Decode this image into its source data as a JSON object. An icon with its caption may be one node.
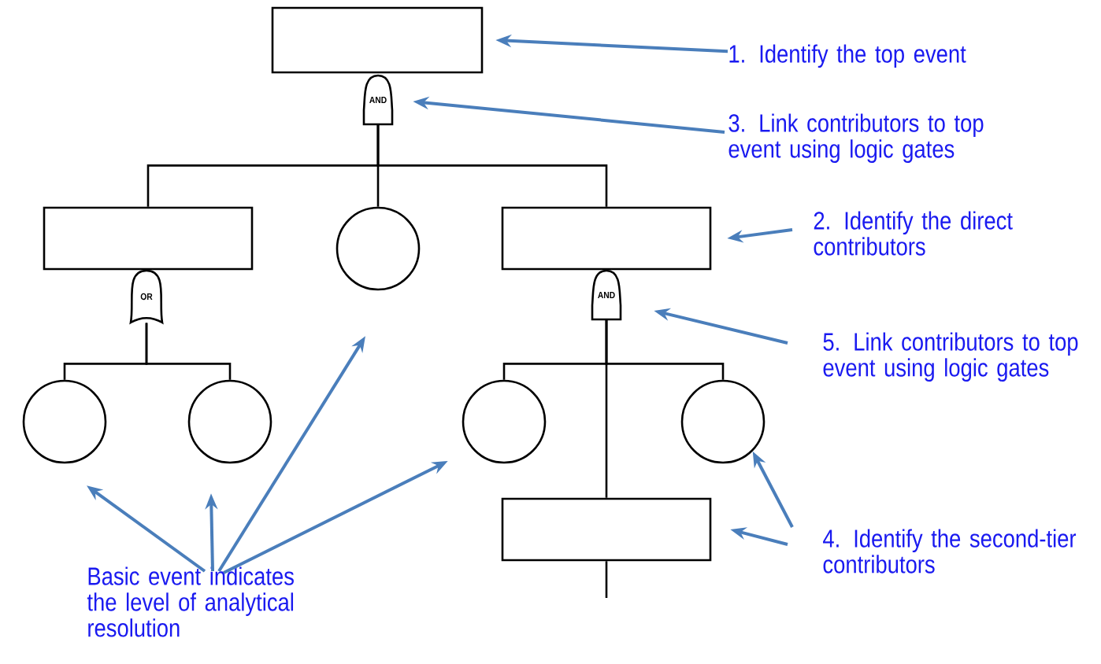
{
  "diagram": {
    "nodes": [
      {
        "text": [],
        "shape": "box"
      },
      {
        "text": [
          "AND"
        ]
      },
      {
        "text": [],
        "shape": "box"
      },
      {
        "text": [],
        "shape": "circle"
      },
      {
        "text": [],
        "shape": "box"
      },
      {
        "text": [
          "OR"
        ]
      },
      {
        "text": [
          "AND"
        ]
      },
      {
        "text": [],
        "shape": "circle"
      },
      {
        "text": [],
        "shape": "circle"
      },
      {
        "text": [],
        "shape": "circle"
      },
      {
        "text": [],
        "shape": "circle"
      },
      {
        "text": [],
        "shape": "box"
      },
      {
        "text": [
          "1. Identify the top event"
        ]
      },
      {
        "text": [
          "3. Link contributors to top event using logic gates"
        ]
      },
      {
        "text": [
          "2. Identify the direct contributors"
        ]
      },
      {
        "text": [
          "5. Link contributors to top event using logic gates"
        ]
      },
      {
        "text": [
          "4. Identify the second-tier contributors"
        ]
      },
      {
        "text": [
          "Basic event indicates the level of analytical resolution"
        ]
      }
    ],
    "edges": [
      {
        "from": 1,
        "to": 2,
        "arrow": "none",
        "color": "#000000"
      },
      {
        "from": 1,
        "to": 3,
        "arrow": "none",
        "color": "#000000"
      },
      {
        "from": 1,
        "to": 4,
        "arrow": "none",
        "color": "#000000"
      },
      {
        "from": 5,
        "to": 7,
        "arrow": "none",
        "color": "#000000"
      },
      {
        "from": 5,
        "to": 8,
        "arrow": "none",
        "color": "#000000"
      },
      {
        "from": 6,
        "to": 9,
        "arrow": "none",
        "color": "#000000"
      },
      {
        "from": 6,
        "to": 10,
        "arrow": "none",
        "color": "#000000"
      },
      {
        "from": 6,
        "to": 11,
        "arrow": "none",
        "color": "#000000"
      },
      {
        "from": 11,
        "to": null,
        "arrow": "none",
        "color": "#000000"
      },
      {
        "from": 12,
        "to": 0,
        "arrow": "to"
      },
      {
        "from": 13,
        "to": 1,
        "arrow": "to"
      },
      {
        "from": 14,
        "to": 4,
        "arrow": "to"
      },
      {
        "from": 15,
        "to": 6,
        "arrow": "to"
      },
      {
        "from": 16,
        "to": 11,
        "arrow": "to"
      },
      {
        "from": 16,
        "to": 10,
        "arrow": "to"
      },
      {
        "from": 17,
        "to": 7,
        "arrow": "to"
      },
      {
        "from": 17,
        "to": 8,
        "arrow": "to"
      },
      {
        "from": 17,
        "to": 3,
        "arrow": "to"
      },
      {
        "from": 17,
        "to": 9,
        "arrow": "to"
      }
    ]
  }
}
